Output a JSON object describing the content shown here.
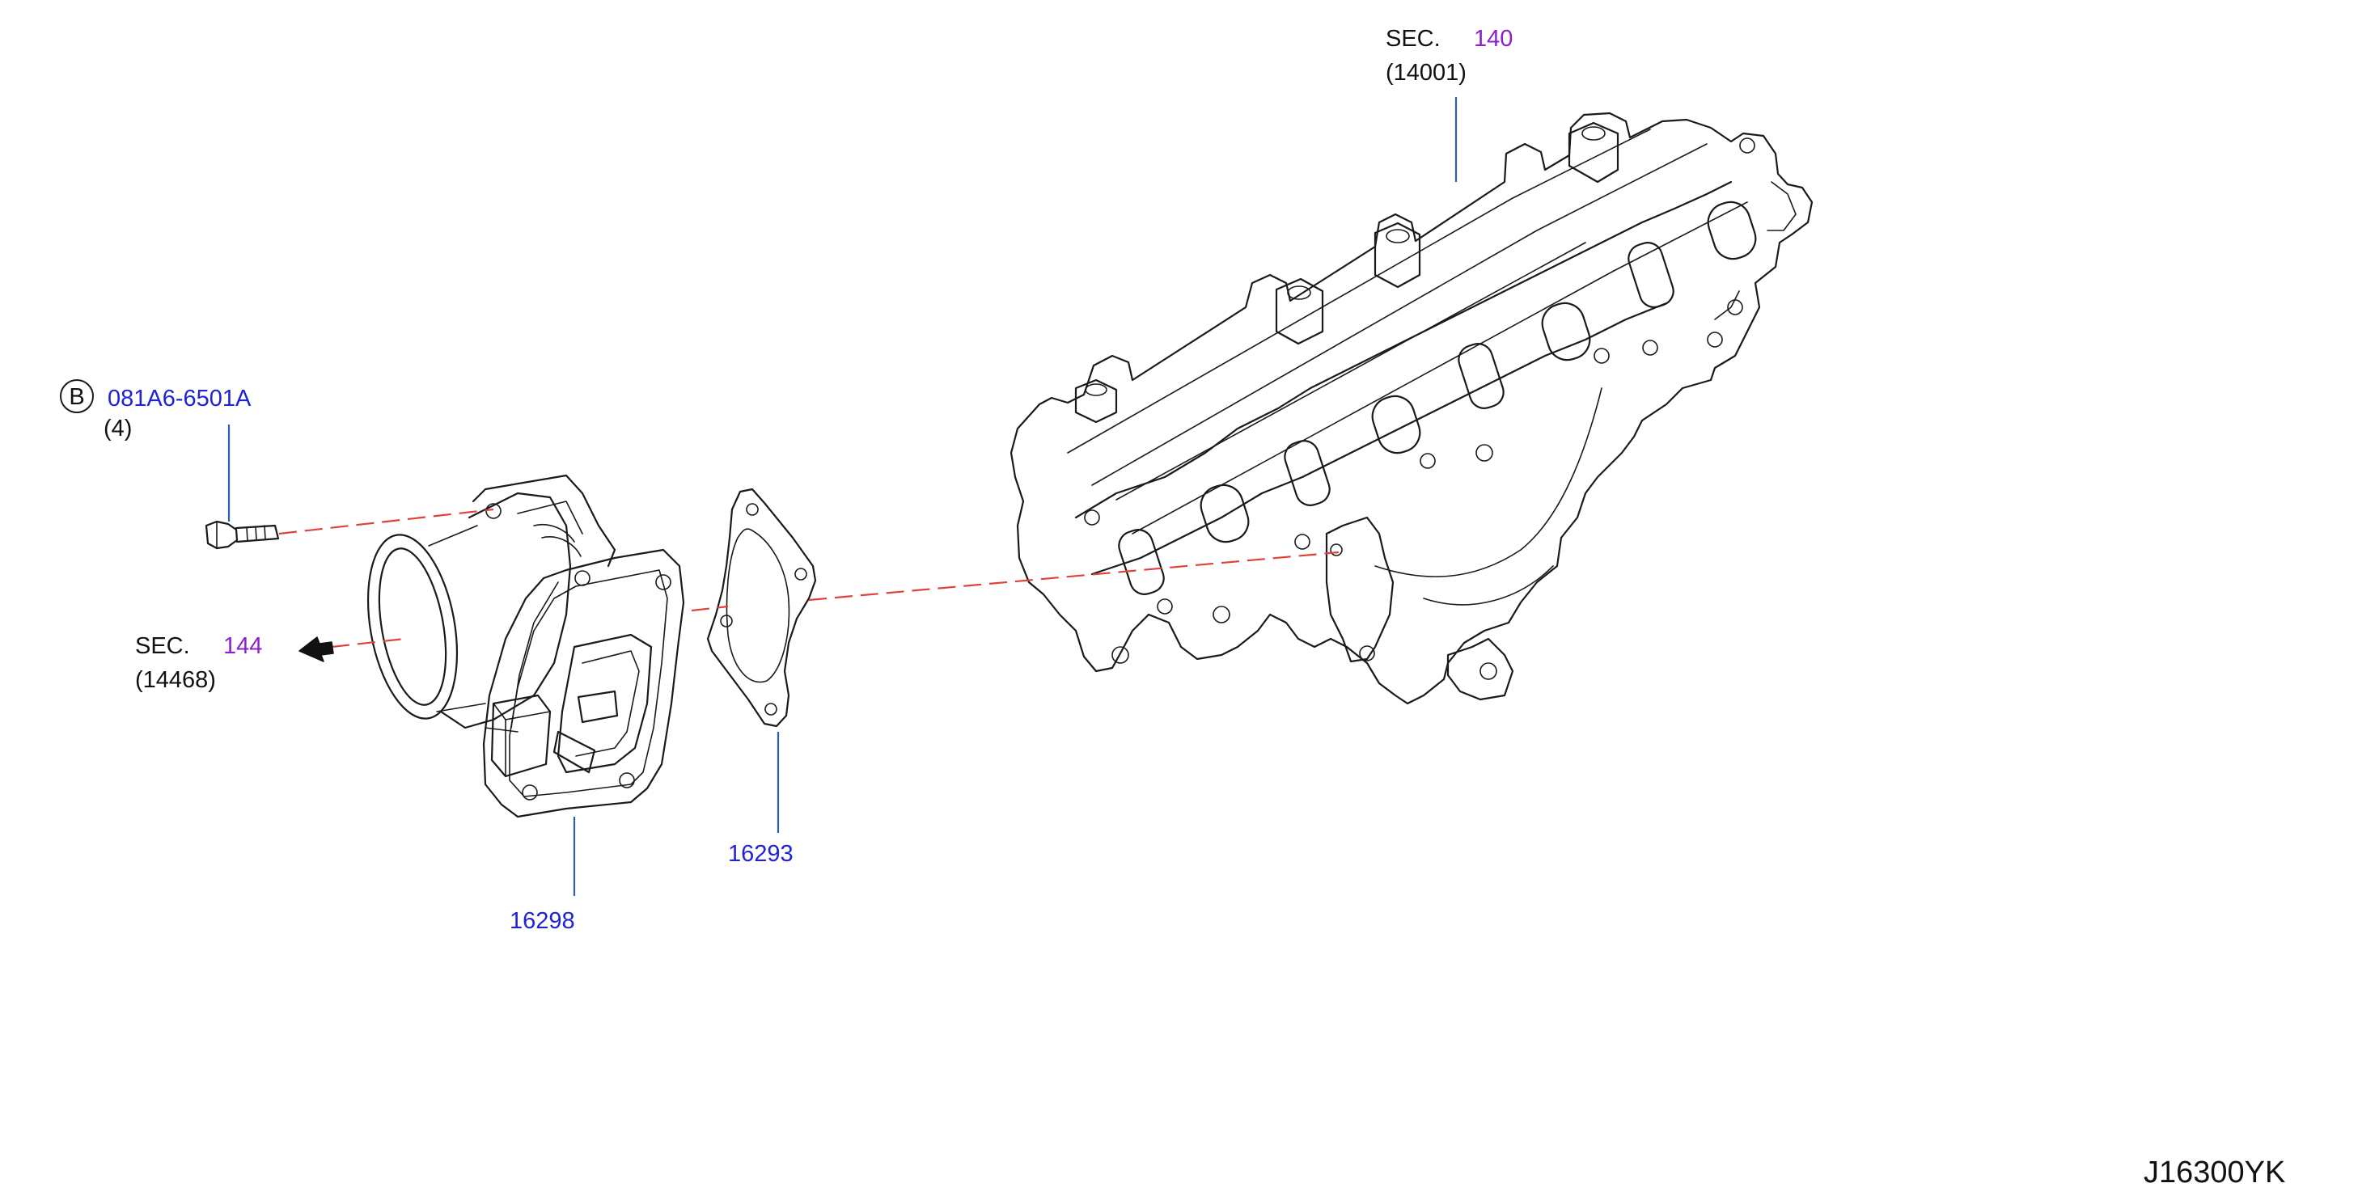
{
  "parts": {
    "sec140": {
      "sec_text": "SEC.",
      "sec_num": "140",
      "ref": "(14001)"
    },
    "bolt": {
      "badge": "B",
      "part_no": "081A6-6501A",
      "qty": "(4)"
    },
    "sec144": {
      "sec_text": "SEC.",
      "sec_num": "144",
      "ref": "(14468)"
    },
    "gasket": {
      "part_no": "16293"
    },
    "egr_valve": {
      "part_no": "16298"
    }
  },
  "diagram_id": "J16300YK",
  "colors": {
    "line": "#1a1a1a",
    "part_number": "#1f22d6",
    "section_number": "#8a1fd1",
    "leader": "#2b5fb0",
    "assembly_dash": "#e0413a"
  }
}
